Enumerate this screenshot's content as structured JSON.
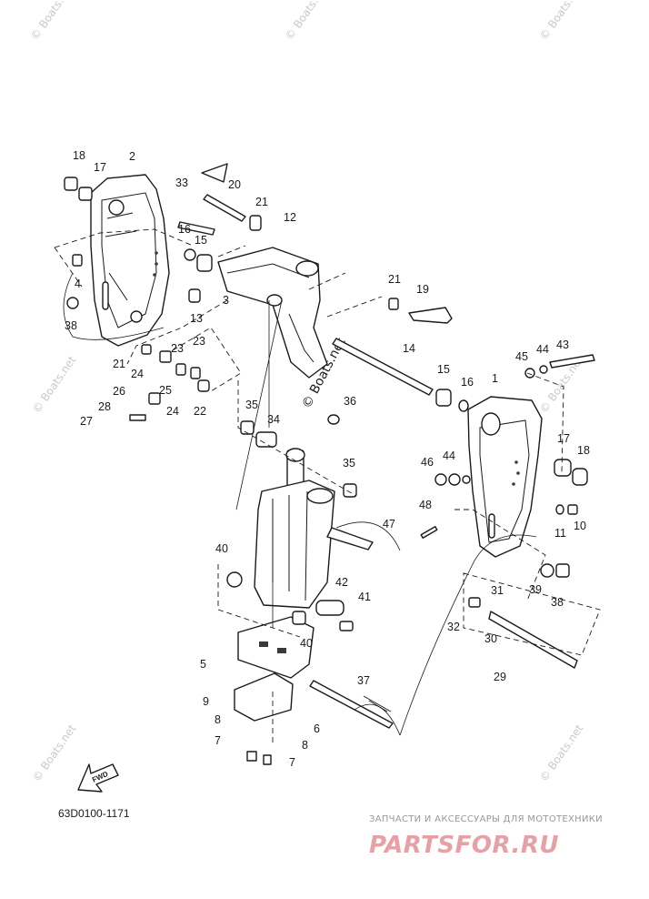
{
  "diagram": {
    "part_numbers": [
      "18",
      "17",
      "2",
      "33",
      "20",
      "21",
      "12",
      "16",
      "15",
      "4",
      "3",
      "13",
      "38",
      "21",
      "23",
      "23",
      "24",
      "25",
      "26",
      "28",
      "27",
      "24",
      "22",
      "35",
      "34",
      "36",
      "21",
      "19",
      "14",
      "15",
      "16",
      "1",
      "45",
      "44",
      "43",
      "17",
      "18",
      "46",
      "44",
      "35",
      "48",
      "47",
      "11",
      "10",
      "40",
      "42",
      "41",
      "40",
      "39",
      "38",
      "31",
      "32",
      "30",
      "29",
      "5",
      "37",
      "9",
      "8",
      "6",
      "8",
      "7",
      "7"
    ],
    "drawing_code": "63D0100-1171",
    "fwd_label": "FWD",
    "watermark_left": "© Boats.net",
    "watermark_right": "© Boats.net",
    "watermark_center": "© Boats.net"
  },
  "branding": {
    "subtitle": "ЗАПЧАСТИ И АКСЕССУАРЫ ДЛЯ МОТОТЕХНИКИ",
    "logo": "PARTSFOR.RU"
  }
}
